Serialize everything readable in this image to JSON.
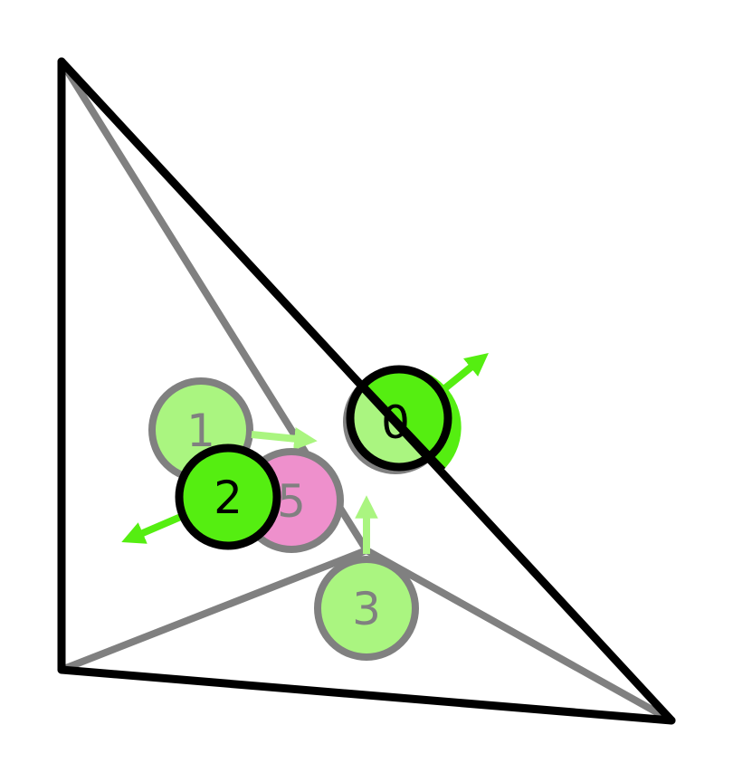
{
  "colors": {
    "background": "#ffffff",
    "front_edge": "#000000",
    "hidden_edge": "#808080",
    "node_front_fill": "#55ee11",
    "node_back_fill": "#aaf580",
    "node_pink_fill": "#ee90cc",
    "node_front_stroke": "#000000",
    "node_back_stroke": "#808080",
    "arrow_front": "#55ee11",
    "arrow_back": "#aaf580"
  },
  "nodes": [
    {
      "id": "0",
      "label": "0",
      "layer": "front",
      "fill": "node_back_fill"
    },
    {
      "id": "1",
      "label": "1",
      "layer": "back",
      "fill": "node_back_fill"
    },
    {
      "id": "2",
      "label": "2",
      "layer": "front",
      "fill": "node_front_fill"
    },
    {
      "id": "3",
      "label": "3",
      "layer": "back",
      "fill": "node_back_fill"
    },
    {
      "id": "5",
      "label": "5",
      "layer": "back",
      "fill": "node_pink_fill"
    }
  ]
}
